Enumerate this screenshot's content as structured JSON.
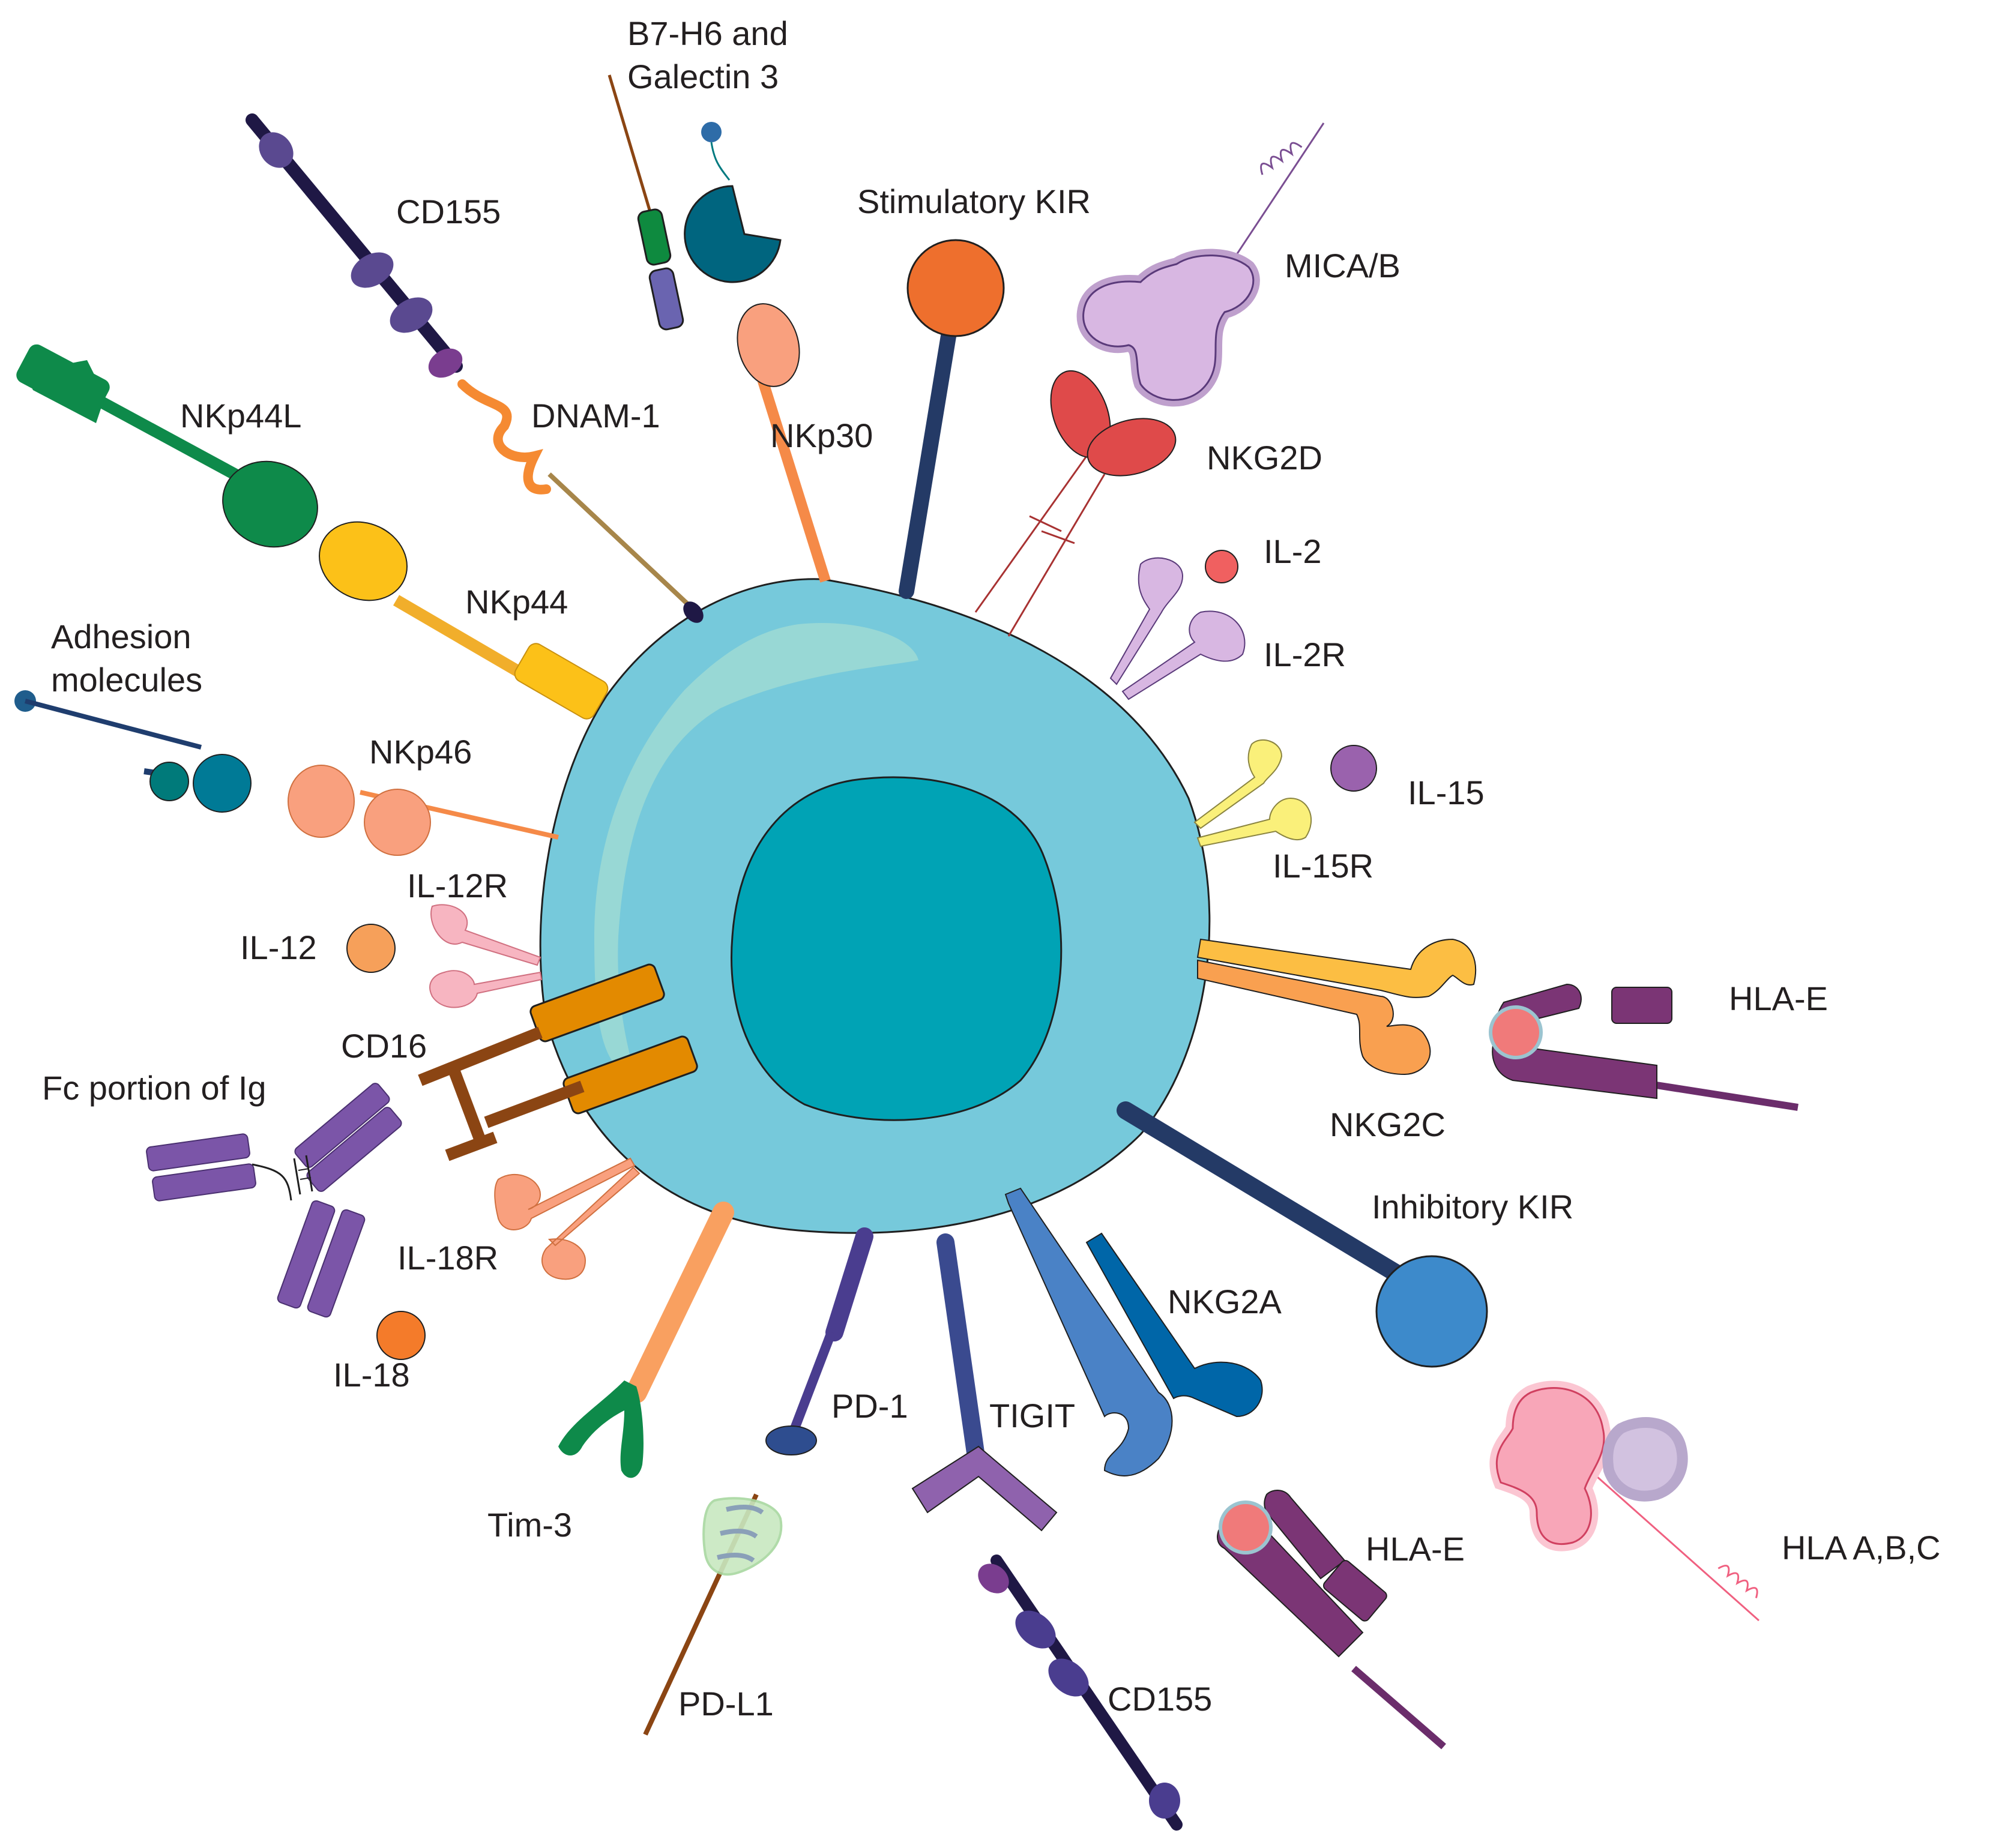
{
  "labels": {
    "b7h6_line1": "B7-H6 and",
    "b7h6_line2": "Galectin 3",
    "cd155_top": "CD155",
    "stimulatory_kir": "Stimulatory KIR",
    "mica_b": "MICA/B",
    "nkp44l": "NKp44L",
    "dnam1": "DNAM-1",
    "nkp30": "NKp30",
    "nkg2d": "NKG2D",
    "il2": "IL-2",
    "il2r": "IL-2R",
    "nkp44": "NKp44",
    "adhesion_line1": "Adhesion",
    "adhesion_line2": "molecules",
    "nkp46": "NKp46",
    "il15": "IL-15",
    "il15r": "IL-15R",
    "il12r": "IL-12R",
    "il12": "IL-12",
    "hla_e_right": "HLA-E",
    "cd16": "CD16",
    "fc_portion": "Fc portion of Ig",
    "nkg2c": "NKG2C",
    "inhibitory_kir": "Inhibitory KIR",
    "il18r": "IL-18R",
    "nkg2a": "NKG2A",
    "il18": "IL-18",
    "pd1": "PD-1",
    "tigit": "TIGIT",
    "tim3": "Tim-3",
    "hla_e_bottom": "HLA-E",
    "hla_abc": "HLA A,B,C",
    "pdl1": "PD-L1",
    "cd155_bottom": "CD155"
  }
}
